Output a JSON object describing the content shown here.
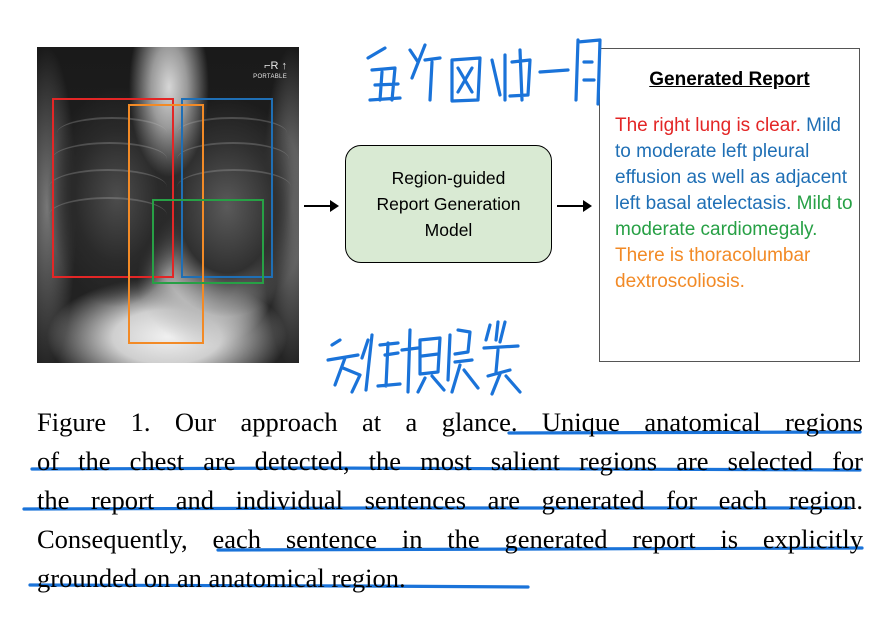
{
  "figure": {
    "xray": {
      "marker_label": "PORTABLE",
      "box_colors": [
        "#e32626",
        "#f28a26",
        "#1f6fb5",
        "#27a045"
      ]
    },
    "model": {
      "label": "Region-guided\nReport Generation\nModel",
      "fill": "#d9ead3"
    },
    "report": {
      "title": "Generated Report",
      "sentences": [
        {
          "text": "The right lung is clear.",
          "color": "#e32626"
        },
        {
          "text": "Mild to moderate left pleural effusion as well as adjacent left basal atelectasis.",
          "color": "#1f6fb5"
        },
        {
          "text": "Mild to moderate cardiomegaly.",
          "color": "#27a045"
        },
        {
          "text": "There is thoracolumbar dextroscoliosis.",
          "color": "#f28a26"
        }
      ]
    },
    "annotations": {
      "top_handwriting": "每个区域一句",
      "bottom_handwriting": "方法概览",
      "ink_color": "#1a73d9"
    }
  },
  "caption": {
    "lines": [
      "Figure 1.  Our approach at a glance.  Unique anatomical regions",
      "of the chest are detected, the most salient regions are selected for",
      "the report and individual sentences are generated for each region.",
      "Consequently, each sentence in the generated report is explicitly",
      "grounded on an anatomical region."
    ]
  }
}
